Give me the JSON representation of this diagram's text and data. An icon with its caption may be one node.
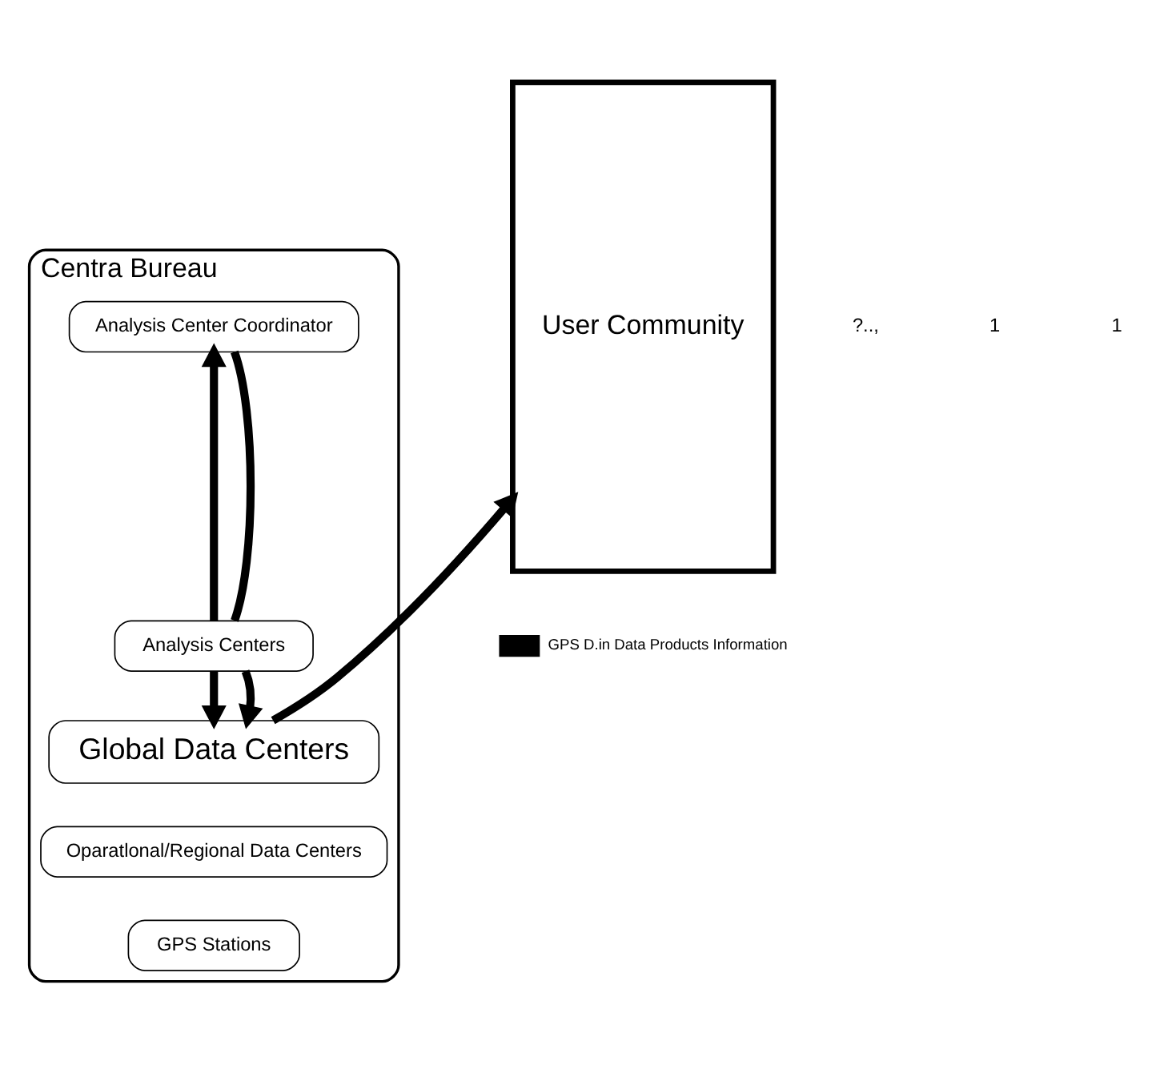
{
  "diagram": {
    "nodes": [
      {
        "text": [
          "Centra Bureau"
        ]
      },
      {
        "text": [
          "Analysis Center Coordinator"
        ],
        "in": 0
      },
      {
        "text": [
          "Analysis Centers"
        ],
        "in": 0
      },
      {
        "text": [
          "Global Data Centers"
        ],
        "in": 0
      },
      {
        "text": [
          "Oparatlonal/Regional Data Centers"
        ],
        "in": 0
      },
      {
        "text": [
          "GPS Stations"
        ],
        "in": 0
      },
      {
        "text": [
          "User Community"
        ]
      }
    ],
    "edges": [
      {
        "from": 2,
        "to": 1,
        "arrow": "to"
      },
      {
        "from": 1,
        "to": 2,
        "arrow": "none"
      },
      {
        "from": 2,
        "to": 3,
        "arrow": "to"
      },
      {
        "from": 2,
        "to": 3,
        "arrow": "to"
      },
      {
        "from": 3,
        "to": 6,
        "arrow": "to"
      }
    ],
    "labels": [
      "?..,",
      "1",
      "1"
    ],
    "legend": [
      {
        "text": "GPS D.in Data Products Information"
      }
    ]
  }
}
